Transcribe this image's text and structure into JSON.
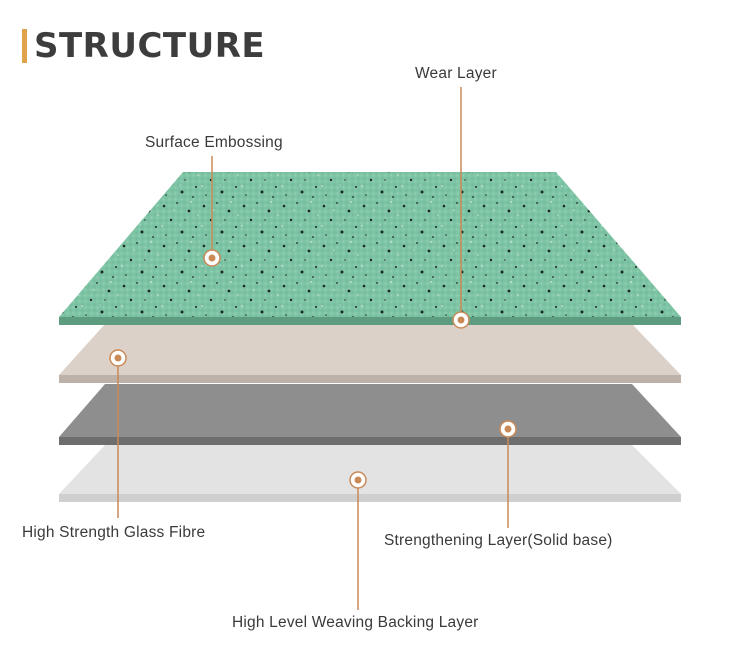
{
  "heading": {
    "title": "STRUCTURE",
    "accent_color": "#e0a24a"
  },
  "colors": {
    "leader_line": "#c98a58",
    "marker_fill": "#c98a58",
    "wear_layer": "#7cc4a3",
    "glass_fibre_layer": "#dcd1c9",
    "strengthening_layer": "#8e8e8e",
    "backing_layer": "#e3e3e3"
  },
  "layers": [
    {
      "name": "wear-layer",
      "color": "#7cc4a3"
    },
    {
      "name": "glass-fibre-layer",
      "color": "#dcd1c9"
    },
    {
      "name": "strengthening-layer",
      "color": "#8e8e8e"
    },
    {
      "name": "backing-layer",
      "color": "#e3e3e3"
    }
  ],
  "labels": {
    "wear_layer": "Wear Layer",
    "surface_embossing": "Surface Embossing",
    "glass_fibre": "High Strength Glass Fibre",
    "strengthening": "Strengthening Layer(Solid base)",
    "backing": "High Level Weaving Backing Layer"
  }
}
